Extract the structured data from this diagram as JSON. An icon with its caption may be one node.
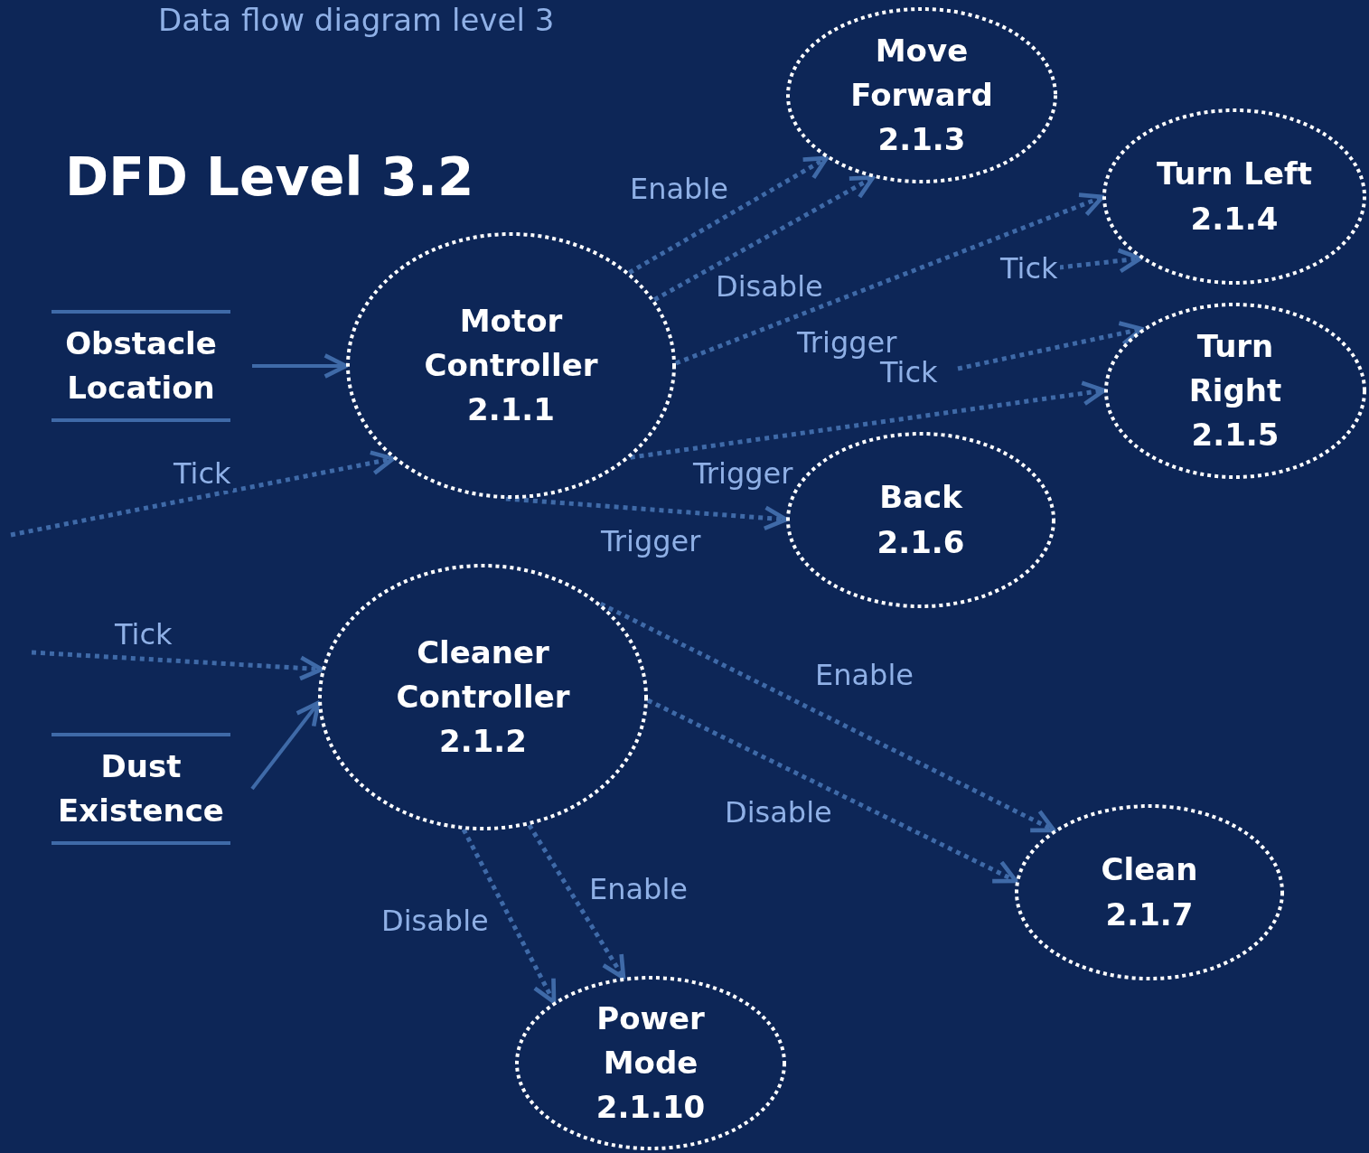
{
  "diagram": {
    "title": "DFD Level 3.2",
    "nodes": [
      {
        "text": [
          "Obstacle Location"
        ]
      },
      {
        "text": [
          "Motor Controller 2.1.1"
        ]
      },
      {
        "text": [
          "Move Forward 2.1.3"
        ]
      },
      {
        "text": [
          "Turn Left 2.1.4"
        ]
      },
      {
        "text": [
          "Turn Right 2.1.5"
        ]
      },
      {
        "text": [
          "Back 2.1.6"
        ]
      },
      {
        "text": [
          "Dust Existence"
        ]
      },
      {
        "text": [
          "Cleaner Controller 2.1.2"
        ]
      },
      {
        "text": [
          "Clean 2.1.7"
        ]
      },
      {
        "text": [
          "Power Mode 2.1.10"
        ]
      }
    ],
    "edges": [
      {
        "from": 0,
        "to": 1,
        "arrow": "to"
      },
      {
        "from": null,
        "to": 1,
        "arrow": "to",
        "label": "Tick",
        "style": "dashed"
      },
      {
        "from": 1,
        "to": 2,
        "arrow": "to",
        "label": "Enable",
        "style": "dashed"
      },
      {
        "from": 1,
        "to": 2,
        "arrow": "to",
        "label": "Disable",
        "style": "dashed"
      },
      {
        "from": 1,
        "to": 3,
        "arrow": "to",
        "label": "Trigger",
        "style": "dashed"
      },
      {
        "from": null,
        "to": 3,
        "arrow": "to",
        "label": "Tick",
        "style": "dashed"
      },
      {
        "from": null,
        "to": 4,
        "arrow": "to",
        "label": "Tick",
        "style": "dashed"
      },
      {
        "from": 1,
        "to": 4,
        "arrow": "to",
        "label": "Trigger",
        "style": "dashed"
      },
      {
        "from": 1,
        "to": 5,
        "arrow": "to",
        "label": "Trigger",
        "style": "dashed"
      },
      {
        "from": null,
        "to": 7,
        "arrow": "to",
        "label": "Tick",
        "style": "dashed"
      },
      {
        "from": 6,
        "to": 7,
        "arrow": "to"
      },
      {
        "from": 7,
        "to": 8,
        "arrow": "to",
        "label": "Enable",
        "style": "dashed"
      },
      {
        "from": 7,
        "to": 8,
        "arrow": "to",
        "label": "Disable",
        "style": "dashed"
      },
      {
        "from": 7,
        "to": 9,
        "arrow": "to",
        "label": "Disable",
        "style": "dashed"
      },
      {
        "from": 7,
        "to": 9,
        "arrow": "to",
        "label": "Enable",
        "style": "dashed"
      }
    ],
    "labels": [
      "Data flow diagram level 3"
    ]
  }
}
